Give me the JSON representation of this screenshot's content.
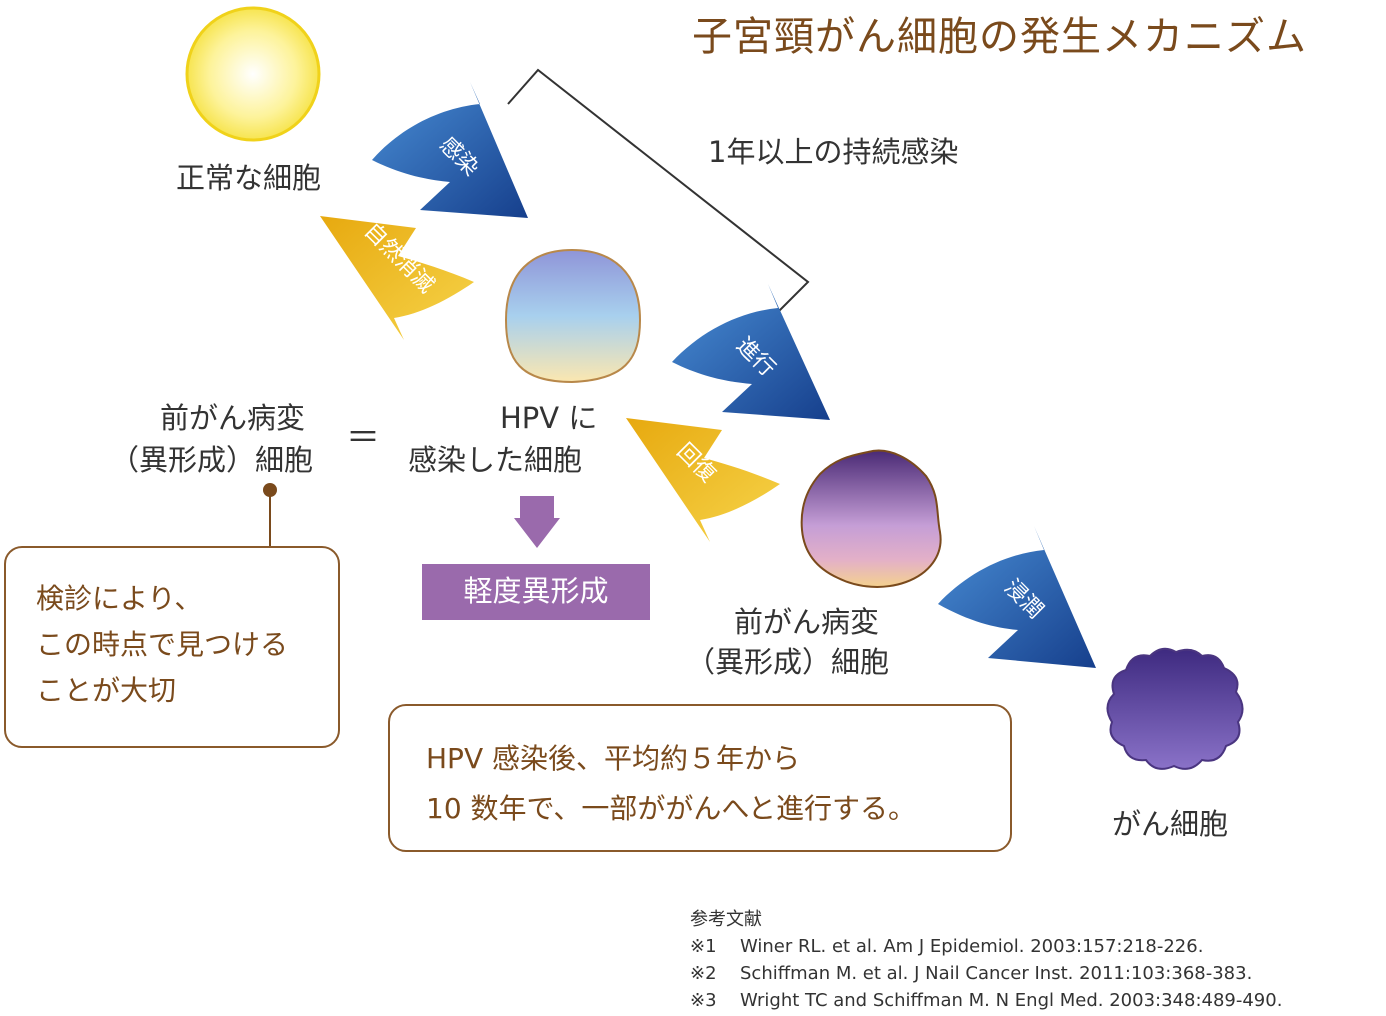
{
  "title": "子宮頸がん細胞の発生メカニズム",
  "labels": {
    "normal_cell": "正常な細胞",
    "persistent_infection": "1年以上の持続感染",
    "precancer_left_1": "前がん病変",
    "precancer_left_2": "（異形成）細胞",
    "equals": "＝",
    "hpv_cell_1": "HPV に",
    "hpv_cell_2": "感染した細胞",
    "mild_dysplasia": "軽度異形成",
    "precancer_right_1": "前がん病変",
    "precancer_right_2": "（異形成）細胞",
    "cancer_cell": "がん細胞"
  },
  "arrows": {
    "infection": "感染",
    "natural_clearance": "自然消滅",
    "progression": "進行",
    "recovery": "回復",
    "invasion": "浸潤"
  },
  "notes": {
    "screening": [
      "検診により、",
      "この時点で見つける",
      "ことが大切"
    ],
    "progression_time": [
      "HPV 感染後、平均約５年から",
      "10 数年で、一部ががんへと進行する。"
    ]
  },
  "references": {
    "heading": "参考文献",
    "items": [
      {
        "mark": "※1",
        "text": "Winer RL. et al. Am J Epidemiol. 2003:157:218-226."
      },
      {
        "mark": "※2",
        "text": "Schiffman M. et al. J Nail Cancer Inst. 2011:103:368-383."
      },
      {
        "mark": "※3",
        "text": "Wright TC and Schiffman M. N Engl Med. 2003:348:489-490."
      }
    ]
  },
  "colors": {
    "brown": "#7a4a1c",
    "blue_arrow": "#1f4e9c",
    "yellow_arrow": "#f2c21a",
    "purple_tag": "#9a6aac"
  }
}
